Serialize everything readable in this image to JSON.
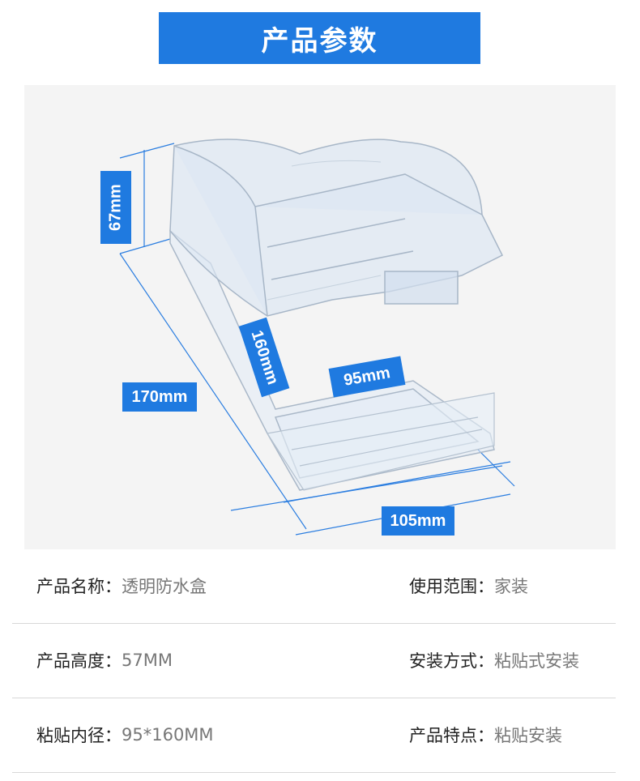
{
  "title": "产品参数",
  "dimensions": {
    "height": "67mm",
    "inner_length": "160mm",
    "inner_width": "95mm",
    "outer_length": "170mm",
    "outer_width": "105mm"
  },
  "colors": {
    "accent": "#1f7ae0",
    "photo_bg": "#f4f4f4"
  },
  "specs": [
    {
      "left_label": "产品名称：",
      "left_value": "透明防水盒",
      "right_label": "使用范围：",
      "right_value": "家装"
    },
    {
      "left_label": "产品高度：",
      "left_value": "57MM",
      "right_label": "安装方式：",
      "right_value": "粘贴式安装"
    },
    {
      "left_label": "粘贴内径：",
      "left_value": "95*160MM",
      "right_label": "产品特点：",
      "right_value": "粘贴安装"
    }
  ]
}
